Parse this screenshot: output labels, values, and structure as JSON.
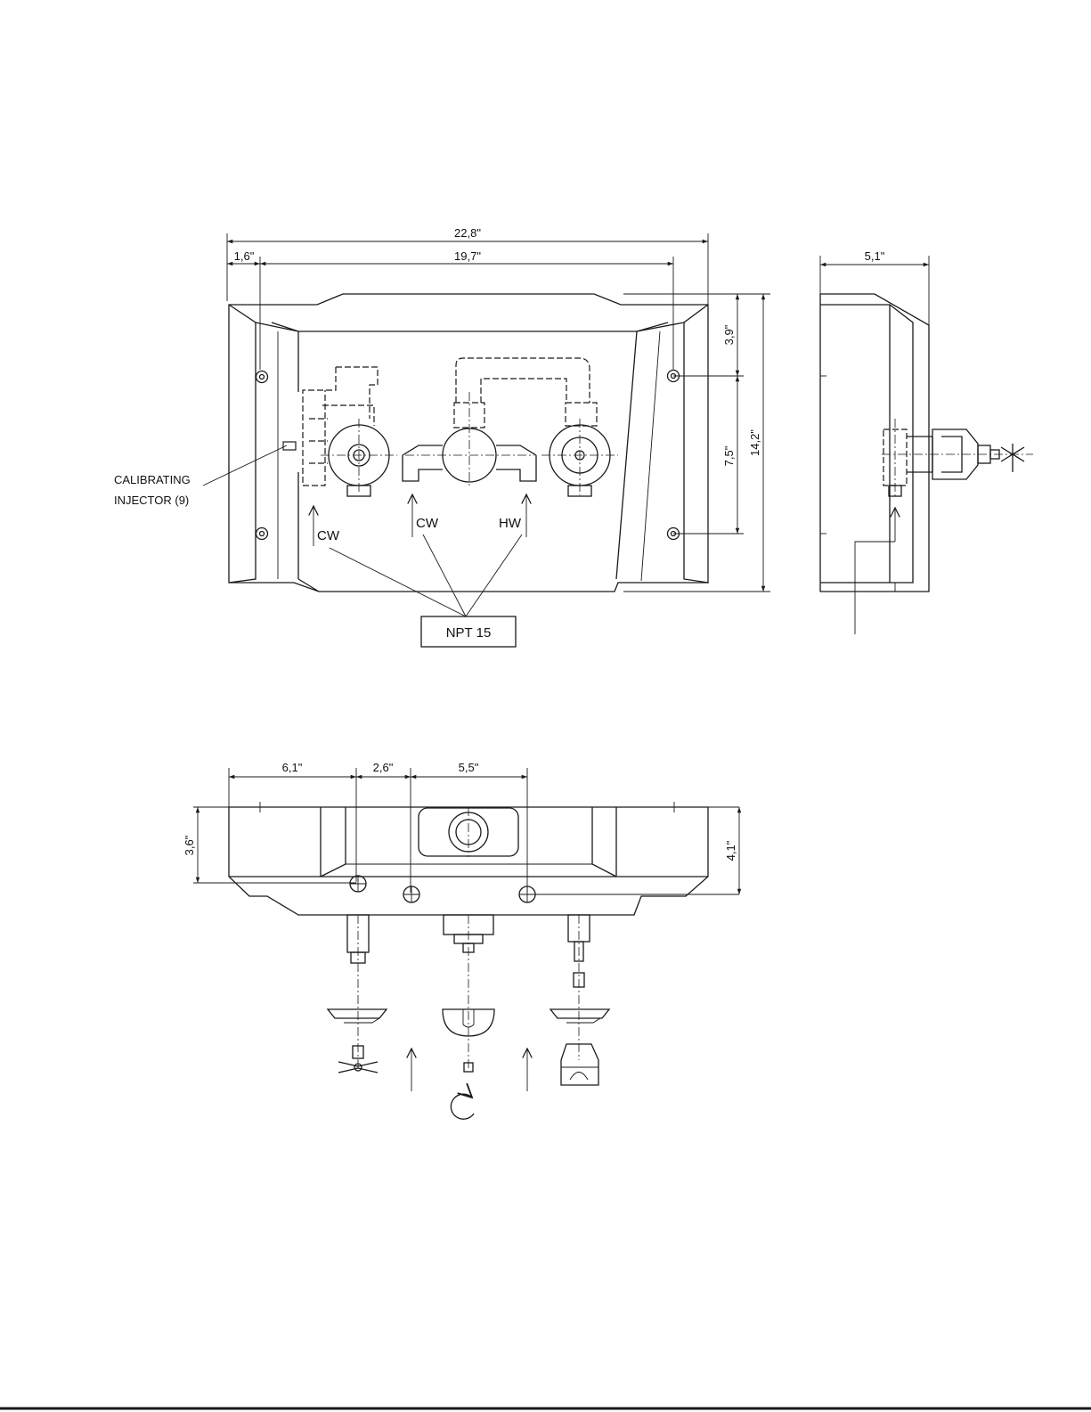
{
  "front_view": {
    "dimensions": {
      "overall_width": "22,8\"",
      "edge_to_hole": "1,6\"",
      "hole_spacing": "19,7\"",
      "top_to_hole": "3,9\"",
      "hole_vertical_spacing": "7,5\"",
      "overall_height": "14,2\""
    },
    "labels": {
      "injector_line1": "CALIBRATING",
      "injector_line2": "INJECTOR  (9)",
      "inlet_left": "CW",
      "inlet_center": "CW",
      "inlet_right": "HW",
      "connection_box": "NPT  15"
    }
  },
  "side_view": {
    "dimensions": {
      "depth": "5,1\""
    }
  },
  "bottom_view": {
    "dimensions": {
      "left_to_first_outlet": "6,1\"",
      "outlet_spacing_1": "2,6\"",
      "outlet_spacing_2": "5,5\"",
      "left_height": "3,6\"",
      "right_height": "4,1\""
    }
  }
}
